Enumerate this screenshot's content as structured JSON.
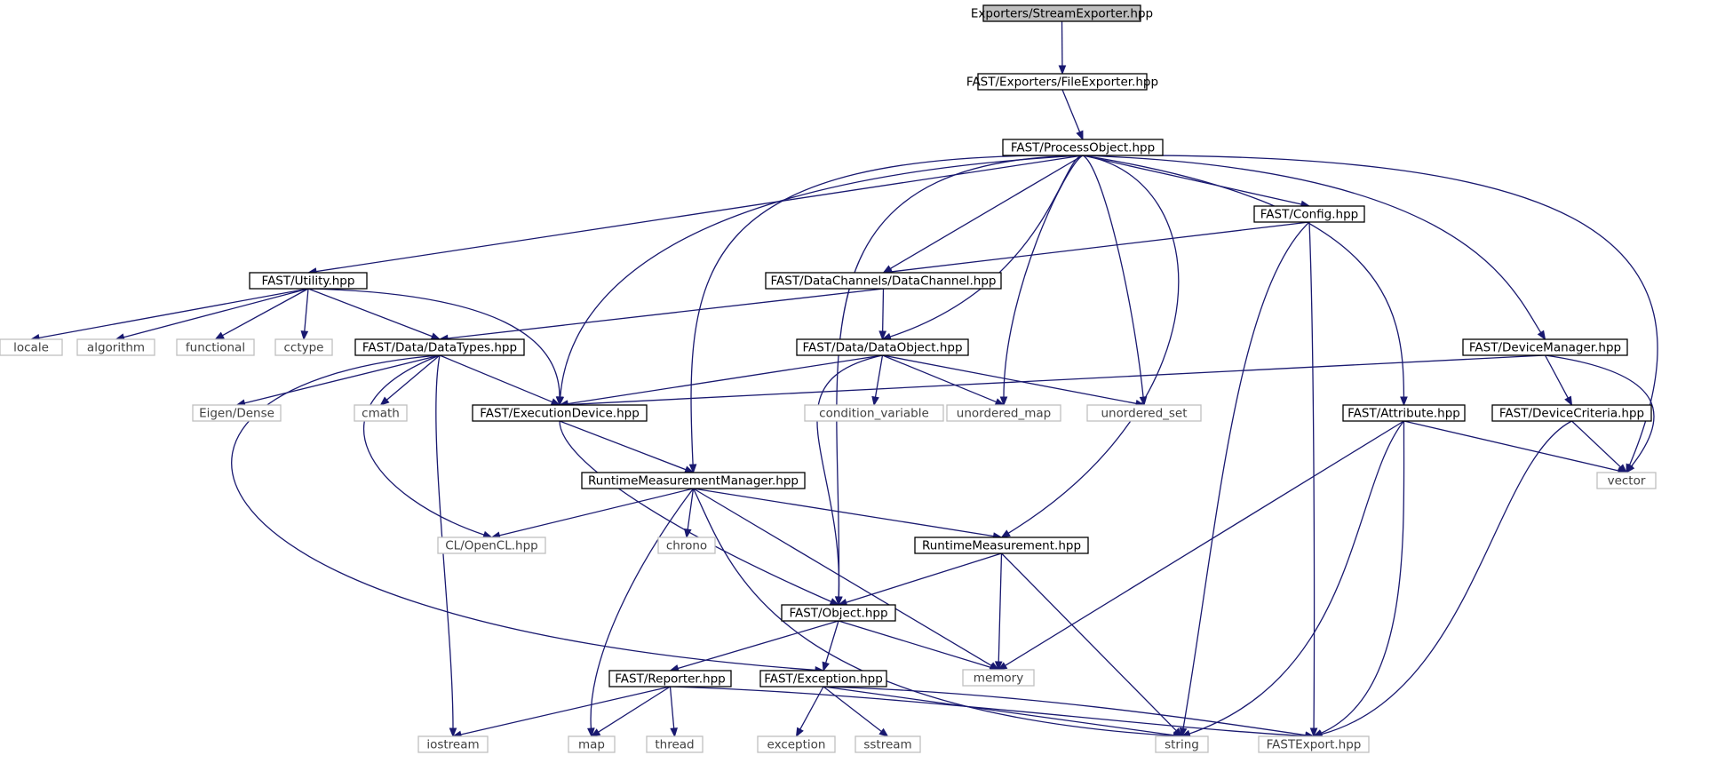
{
  "nodes": {
    "stream_exporter": "Exporters/StreamExporter.hpp",
    "file_exporter": "FAST/Exporters/FileExporter.hpp",
    "process_object": "FAST/ProcessObject.hpp",
    "config": "FAST/Config.hpp",
    "utility": "FAST/Utility.hpp",
    "data_channel": "FAST/DataChannels/DataChannel.hpp",
    "data_types": "FAST/Data/DataTypes.hpp",
    "data_object": "FAST/Data/DataObject.hpp",
    "device_manager": "FAST/DeviceManager.hpp",
    "execution_device": "FAST/ExecutionDevice.hpp",
    "attribute": "FAST/Attribute.hpp",
    "device_criteria": "FAST/DeviceCriteria.hpp",
    "runtime_measurement_manager": "RuntimeMeasurementManager.hpp",
    "runtime_measurement": "RuntimeMeasurement.hpp",
    "object": "FAST/Object.hpp",
    "reporter": "FAST/Reporter.hpp",
    "exception_hpp": "FAST/Exception.hpp",
    "locale": "locale",
    "algorithm": "algorithm",
    "functional": "functional",
    "cctype": "cctype",
    "eigen_dense": "Eigen/Dense",
    "cmath": "cmath",
    "condition_variable": "condition_variable",
    "unordered_map": "unordered_map",
    "unordered_set": "unordered_set",
    "vector": "vector",
    "opencl": "CL/OpenCL.hpp",
    "chrono": "chrono",
    "memory": "memory",
    "iostream": "iostream",
    "map": "map",
    "thread": "thread",
    "exception": "exception",
    "sstream": "sstream",
    "string": "string",
    "fastexport": "FASTExport.hpp"
  },
  "edge_color": "#191970",
  "root_fill": "#bfbfbf",
  "external_border": "#bfbfbf"
}
